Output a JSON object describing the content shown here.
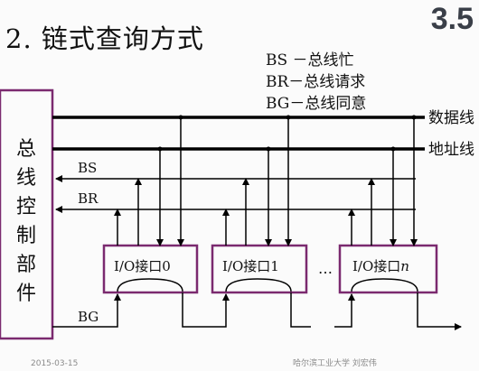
{
  "title": "2. 链式查询方式",
  "section_number": "3.5",
  "legend": {
    "bs": "BS  －总线忙",
    "br": "BR－总线请求",
    "bg": "BG－总线同意"
  },
  "diagram": {
    "controller_label": "总线控制部件",
    "data_bus_label": "数据线",
    "address_bus_label": "地址线",
    "bs_label": "BS",
    "br_label": "BR",
    "bg_label": "BG",
    "interface_0": "I/O接口0",
    "interface_1": "I/O接口1",
    "interface_n_prefix": "I/O接口",
    "interface_n_suffix": "n",
    "ellipsis": "…"
  },
  "colors": {
    "box_border": "#7b2a6f",
    "controller_border": "#7b2a6f",
    "lines": "#000000"
  },
  "footer": {
    "date": "2015-03-15",
    "author": "哈尔滨工业大学   刘宏伟"
  }
}
